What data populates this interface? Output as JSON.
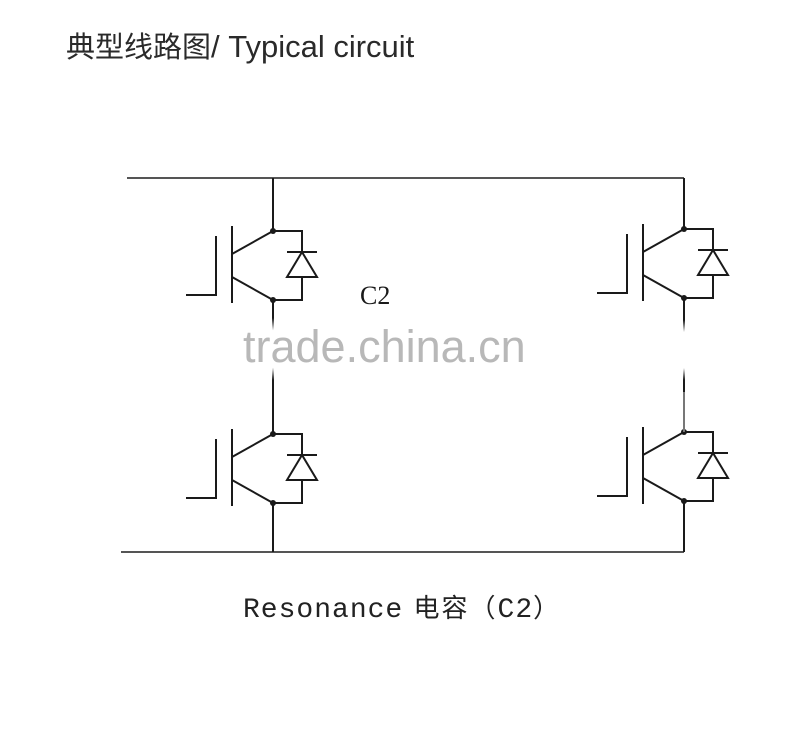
{
  "title": {
    "chinese": "典型线路图",
    "separator": "/",
    "english": " Typical circuit"
  },
  "diagram": {
    "type": "half-bridge IGBT resonant circuit",
    "capacitor_label": "C2",
    "components": [
      {
        "id": "Q1",
        "position": "top-left",
        "kind": "IGBT with anti-parallel diode"
      },
      {
        "id": "Q2",
        "position": "bottom-left",
        "kind": "IGBT with anti-parallel diode"
      },
      {
        "id": "Q3",
        "position": "top-right",
        "kind": "IGBT with anti-parallel diode"
      },
      {
        "id": "Q4",
        "position": "bottom-right",
        "kind": "IGBT with anti-parallel diode"
      }
    ],
    "colors": {
      "wire": "#1a1a1a",
      "bus": "#555555",
      "watermark": "#b8b8b8"
    }
  },
  "watermark": {
    "text": "trade.china.cn"
  },
  "caption": {
    "english": "Resonance",
    "chinese": "电容",
    "paren_open": "（",
    "component": "C2",
    "paren_close": "）"
  }
}
